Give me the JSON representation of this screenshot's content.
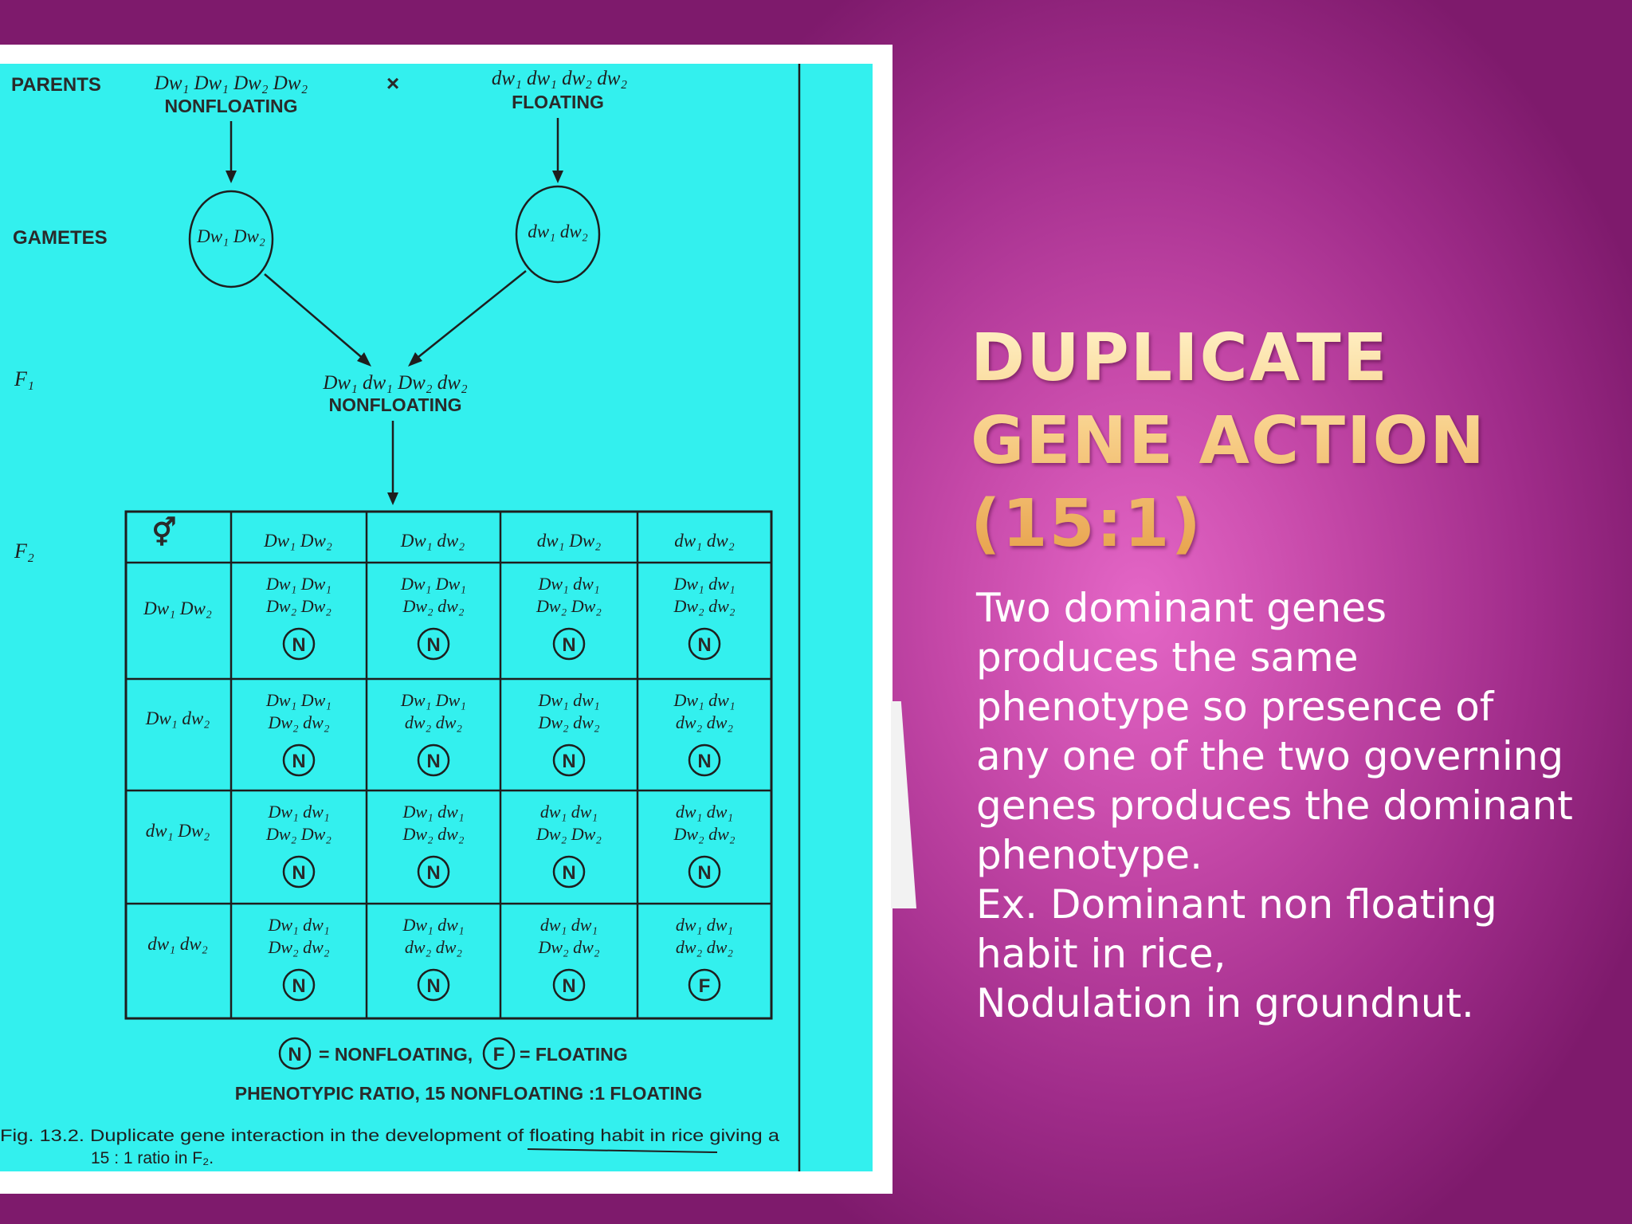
{
  "slide": {
    "title": "DUPLICATE GENE ACTION (15:1)",
    "body_lines": [
      "Two dominant genes",
      "produces the same",
      "phenotype  so presence of",
      "any one of the two governing",
      "genes produces the dominant",
      "phenotype.",
      "Ex. Dominant non floating",
      "habit in rice,",
      "Nodulation in groundnut."
    ]
  },
  "figure": {
    "row_labels": {
      "parents": "PARENTS",
      "gametes": "GAMETES",
      "f1": "F₁",
      "f2": "F₂"
    },
    "parent1": {
      "genotype": "Dw₁ Dw₁ Dw₂ Dw₂",
      "phenotype": "NONFLOATING"
    },
    "cross_symbol": "×",
    "parent2": {
      "genotype": "dw₁ dw₁ dw₂ dw₂",
      "phenotype": "FLOATING"
    },
    "gamete1": "Dw₁ Dw₂",
    "gamete2": "dw₁ dw₂",
    "f1": {
      "genotype": "Dw₁ dw₁ Dw₂ dw₂",
      "phenotype": "NONFLOATING"
    },
    "grid": {
      "corner_symbol": "⚥",
      "col_headers": [
        "Dw₁ Dw₂",
        "Dw₁ dw₂",
        "dw₁ Dw₂",
        "dw₁ dw₂"
      ],
      "row_headers": [
        "Dw₁ Dw₂",
        "Dw₁ dw₂",
        "dw₁ Dw₂",
        "dw₁ dw₂"
      ],
      "cells": [
        [
          {
            "l1": "Dw₁ Dw₁",
            "l2": "Dw₂ Dw₂",
            "p": "N"
          },
          {
            "l1": "Dw₁ Dw₁",
            "l2": "Dw₂ dw₂",
            "p": "N"
          },
          {
            "l1": "Dw₁ dw₁",
            "l2": "Dw₂ Dw₂",
            "p": "N"
          },
          {
            "l1": "Dw₁ dw₁",
            "l2": "Dw₂ dw₂",
            "p": "N"
          }
        ],
        [
          {
            "l1": "Dw₁ Dw₁",
            "l2": "Dw₂ dw₂",
            "p": "N"
          },
          {
            "l1": "Dw₁ Dw₁",
            "l2": "dw₂ dw₂",
            "p": "N"
          },
          {
            "l1": "Dw₁ dw₁",
            "l2": "Dw₂ dw₂",
            "p": "N"
          },
          {
            "l1": "Dw₁ dw₁",
            "l2": "dw₂ dw₂",
            "p": "N"
          }
        ],
        [
          {
            "l1": "Dw₁ dw₁",
            "l2": "Dw₂ Dw₂",
            "p": "N"
          },
          {
            "l1": "Dw₁ dw₁",
            "l2": "Dw₂ dw₂",
            "p": "N"
          },
          {
            "l1": "dw₁ dw₁",
            "l2": "Dw₂ Dw₂",
            "p": "N"
          },
          {
            "l1": "dw₁ dw₁",
            "l2": "Dw₂ dw₂",
            "p": "N"
          }
        ],
        [
          {
            "l1": "Dw₁ dw₁",
            "l2": "Dw₂ dw₂",
            "p": "N"
          },
          {
            "l1": "Dw₁ dw₁",
            "l2": "dw₂ dw₂",
            "p": "N"
          },
          {
            "l1": "dw₁ dw₁",
            "l2": "Dw₂ dw₂",
            "p": "N"
          },
          {
            "l1": "dw₁ dw₁",
            "l2": "dw₂ dw₂",
            "p": "F"
          }
        ]
      ]
    },
    "legend": {
      "n_symbol": "N",
      "n_text": "= NONFLOATING,",
      "f_symbol": "F",
      "f_text": "= FLOATING"
    },
    "ratio": "PHENOTYPIC RATIO, 15 NONFLOATING :1 FLOATING",
    "caption_line1": "Fig.  13.2.  Duplicate  gene  interaction  in  the  development  of  floating  habit  in  rice  giving  a",
    "caption_line2": "15 : 1 ratio in F₂."
  },
  "colors": {
    "figure_bg": "#33f0ee",
    "line": "#1e1e1e",
    "title_gold": "#f6c57a",
    "body_text": "#ffffff"
  }
}
